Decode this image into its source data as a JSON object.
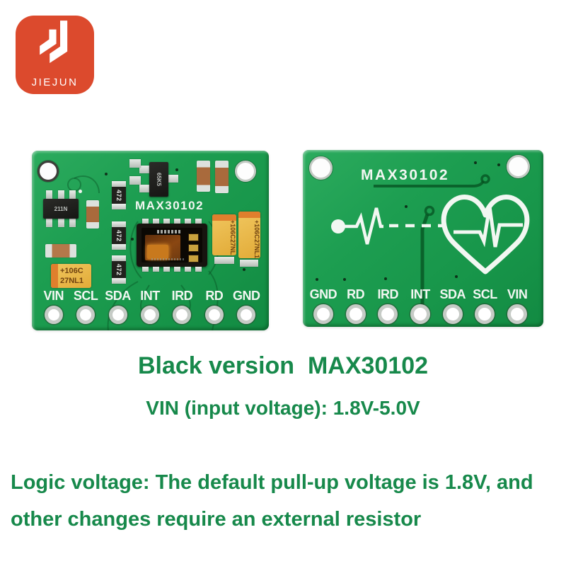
{
  "logo": {
    "brand": "JIEJUN",
    "bg_color": "#dc4a2d"
  },
  "boards": {
    "front": {
      "silkscreen_title": "MAX30102",
      "pins": [
        "VIN",
        "SCL",
        "SDA",
        "INT",
        "IRD",
        "RD",
        "GND"
      ],
      "components": {
        "resistor_marking": "472",
        "tantalum_line1": "+106C",
        "tantalum_line2": "27NL1",
        "regulator_marking": "211N",
        "transistor_marking": "65K5"
      }
    },
    "back": {
      "silkscreen_title": "MAX30102",
      "pins": [
        "GND",
        "RD",
        "IRD",
        "INT",
        "SDA",
        "SCL",
        "VIN"
      ]
    }
  },
  "captions": {
    "title": "Black version  MAX30102",
    "subtitle": "VIN (input voltage): 1.8V-5.0V",
    "note_line1": "Logic voltage: The default pull-up voltage is 1.8V, and",
    "note_line2": "other changes require an external resistor",
    "text_color": "#17894b"
  }
}
